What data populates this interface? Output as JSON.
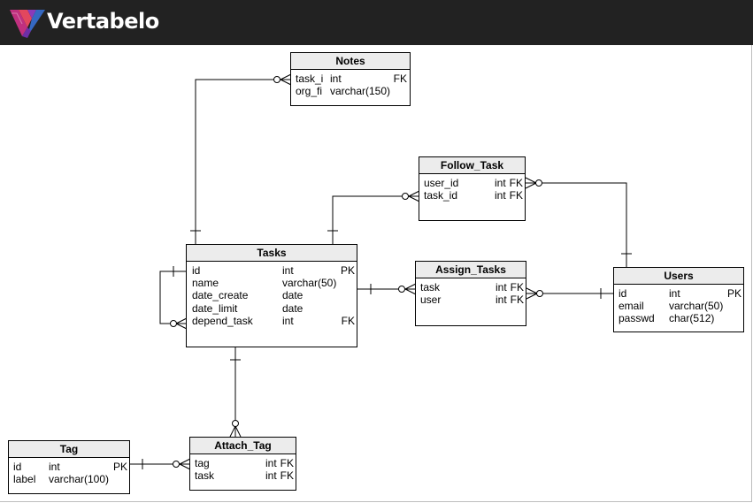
{
  "app": {
    "name": "Vertabelo",
    "brand_colors": [
      "#c0307f",
      "#6d2fa7",
      "#3568c1",
      "#e2475e"
    ]
  },
  "entities": {
    "notes": {
      "name": "Notes",
      "columns": [
        {
          "name": "task_i",
          "type": "int",
          "key": "FK"
        },
        {
          "name": "org_fi",
          "type": "varchar(150)",
          "key": ""
        }
      ]
    },
    "follow_task": {
      "name": "Follow_Task",
      "columns": [
        {
          "name": "user_id",
          "type": "int",
          "key": "FK"
        },
        {
          "name": "task_id",
          "type": "int",
          "key": "FK"
        }
      ]
    },
    "tasks": {
      "name": "Tasks",
      "columns": [
        {
          "name": "id",
          "type": "int",
          "key": "PK"
        },
        {
          "name": "name",
          "type": "varchar(50)",
          "key": ""
        },
        {
          "name": "date_create",
          "type": "date",
          "key": ""
        },
        {
          "name": "date_limit",
          "type": "date",
          "key": ""
        },
        {
          "name": "depend_task",
          "type": "int",
          "key": "FK"
        }
      ]
    },
    "assign_tasks": {
      "name": "Assign_Tasks",
      "columns": [
        {
          "name": "task",
          "type": "int",
          "key": "FK"
        },
        {
          "name": "user",
          "type": "int",
          "key": "FK"
        }
      ]
    },
    "users": {
      "name": "Users",
      "columns": [
        {
          "name": "id",
          "type": "int",
          "key": "PK"
        },
        {
          "name": "email",
          "type": "varchar(50)",
          "key": ""
        },
        {
          "name": "passwd",
          "type": "char(512)",
          "key": ""
        }
      ]
    },
    "tag": {
      "name": "Tag",
      "columns": [
        {
          "name": "id",
          "type": "int",
          "key": "PK"
        },
        {
          "name": "label",
          "type": "varchar(100)",
          "key": ""
        }
      ]
    },
    "attach_tag": {
      "name": "Attach_Tag",
      "columns": [
        {
          "name": "tag",
          "type": "int",
          "key": "FK"
        },
        {
          "name": "task",
          "type": "int",
          "key": "FK"
        }
      ]
    }
  }
}
